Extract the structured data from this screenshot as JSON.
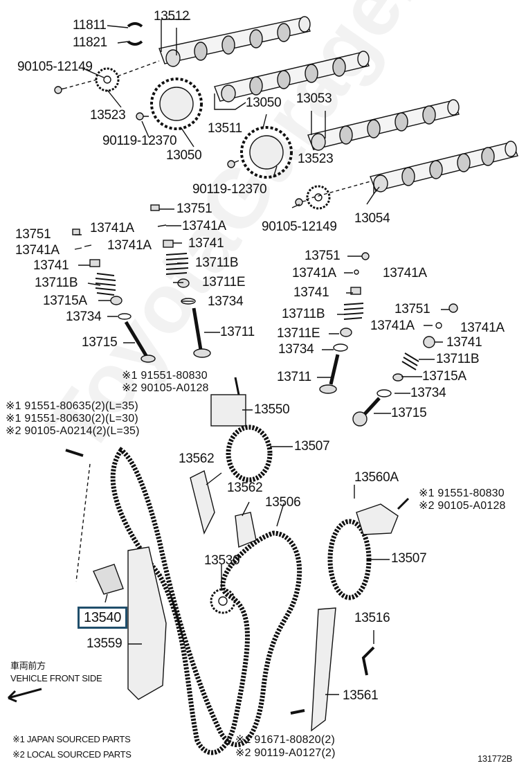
{
  "watermark": "ToyotaGarage.ru",
  "parts": {
    "p11811": "11811",
    "p11821": "11821",
    "p13512": "13512",
    "p90105_12149_a": "90105-12149",
    "p13523_a": "13523",
    "p90119_12370_a": "90119-12370",
    "p13050_a": "13050",
    "p13511": "13511",
    "p13050_b": "13050",
    "p13053": "13053",
    "p13523_b": "13523",
    "p90119_12370_b": "90119-12370",
    "p90105_12149_b": "90105-12149",
    "p13054": "13054",
    "p13751_a": "13751",
    "p13751_b": "13751",
    "p13741A_a": "13741A",
    "p13741A_b": "13741A",
    "p13741A_c": "13741A",
    "p13741A_d": "13741A",
    "p13741_a": "13741",
    "p13741_b": "13741",
    "p13711B_a": "13711B",
    "p13711B_b": "13711B",
    "p13711E_a": "13711E",
    "p13715A_a": "13715A",
    "p13734_a": "13734",
    "p13734_b": "13734",
    "p13715_a": "13715",
    "p13711_a": "13711",
    "p13751_c": "13751",
    "p13741A_e": "13741A",
    "p13741A_f": "13741A",
    "p13741_c": "13741",
    "p13711B_c": "13711B",
    "p13711E_b": "13711E",
    "p13734_c": "13734",
    "p13711_b": "13711",
    "p13751_d": "13751",
    "p13741A_g": "13741A",
    "p13741A_h": "13741A",
    "p13741_d": "13741",
    "p13711B_d": "13711B",
    "p13715A_b": "13715A",
    "p13734_d": "13734",
    "p13715_b": "13715",
    "p13550": "13550",
    "p13507_a": "13507",
    "p13562_a": "13562",
    "p13562_b": "13562",
    "p13506": "13506",
    "p13530": "13530",
    "p13560A": "13560A",
    "p13507_b": "13507",
    "p13540": "13540",
    "p13559": "13559",
    "p13516": "13516",
    "p13561": "13561"
  },
  "notes": {
    "n1": "※1 91551-80830",
    "n2": "※2 90105-A0128",
    "n3": "※1 91551-80635(2)(L=35)",
    "n4": "※1 91551-80630(2)(L=30)",
    "n5": "※2 90105-A0214(2)(L=35)",
    "n6": "※1 91551-80830",
    "n7": "※2 90105-A0128",
    "n8": "※1 91671-80820(2)",
    "n9": "※2 90119-A0127(2)"
  },
  "front": {
    "jp": "車両前方",
    "en": "VEHICLE FRONT SIDE"
  },
  "legend": {
    "l1": "※1 JAPAN SOURCED PARTS",
    "l2": "※2 LOCAL SOURCED PARTS"
  },
  "diagram_id": "131772B"
}
